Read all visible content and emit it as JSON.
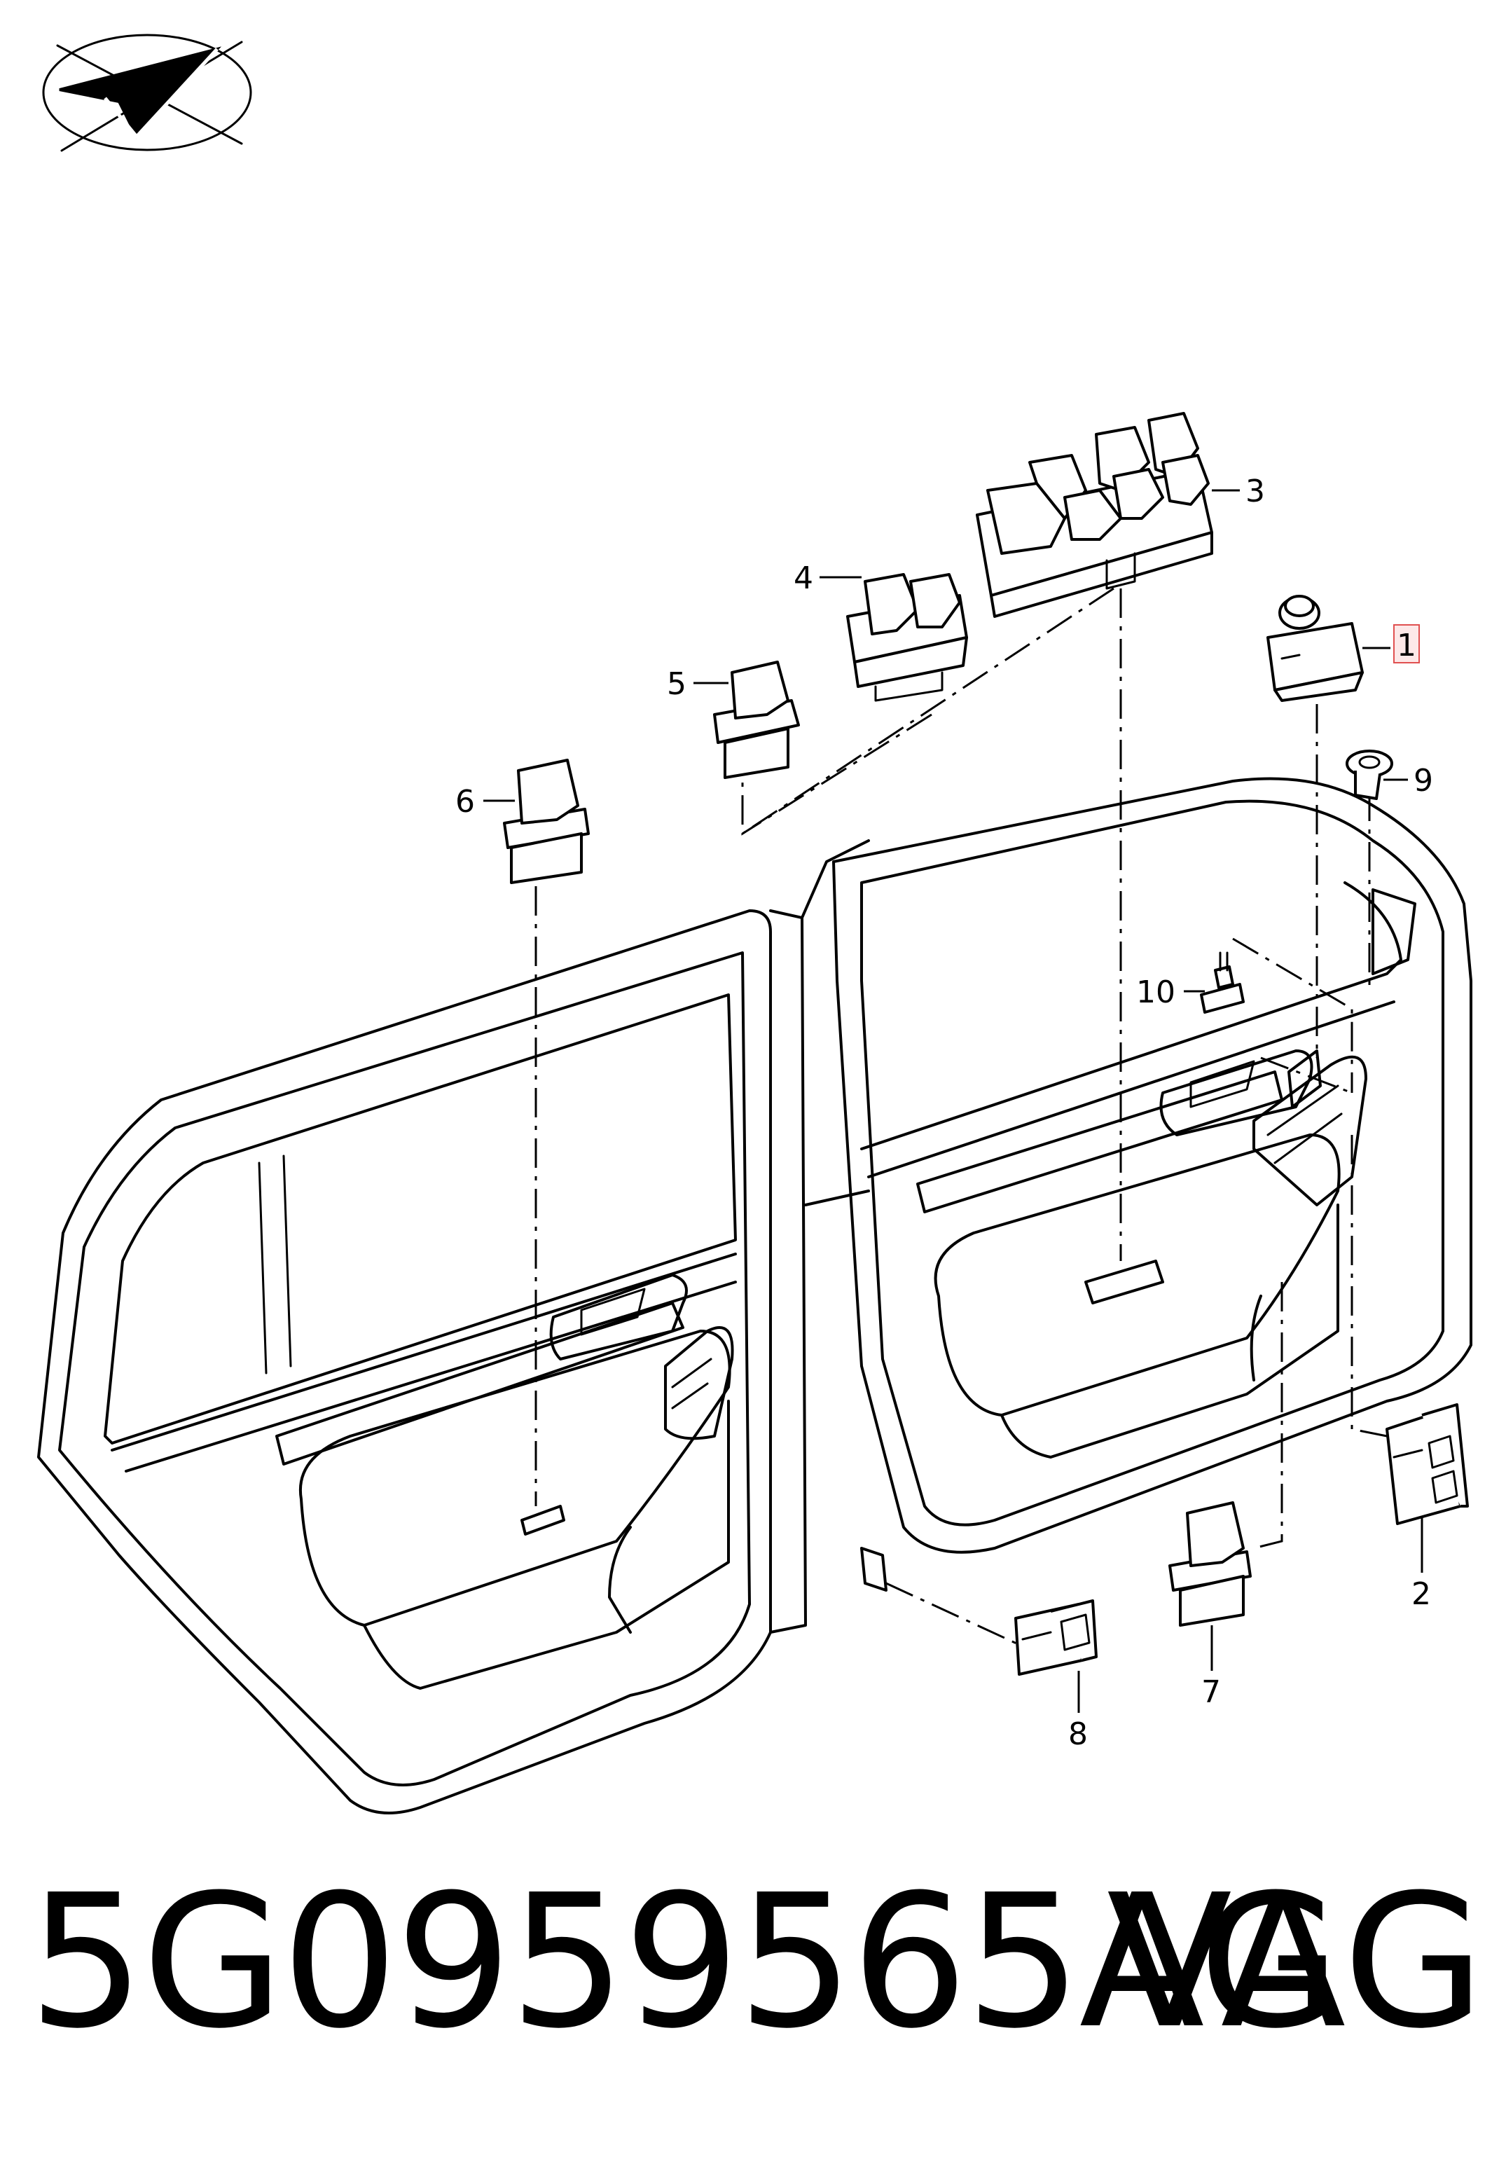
{
  "callouts": {
    "c1": "1",
    "c2": "2",
    "c3": "3",
    "c4": "4",
    "c5": "5",
    "c6": "6",
    "c7": "7",
    "c8": "8",
    "c9": "9",
    "c10": "10"
  },
  "highlight_color": "#e05050",
  "footer": {
    "part_number": "5G0959565AG",
    "brand": "VAG"
  }
}
